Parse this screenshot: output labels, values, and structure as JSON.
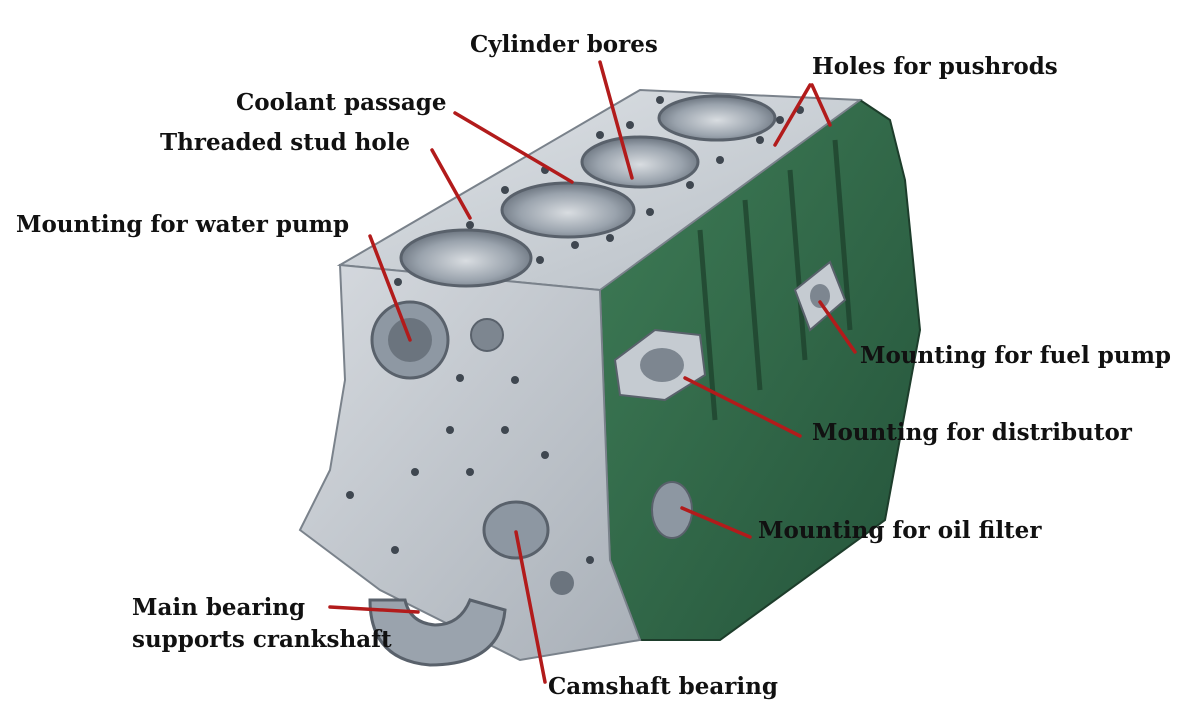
{
  "colors": {
    "leader": "#b21b1b",
    "block_face": "#c9ced3",
    "block_front": "#b9bfc6",
    "block_green": "#2f6b46",
    "bore_inner": "#8d97a2"
  },
  "labels": {
    "cylinder_bores": "Cylinder bores",
    "holes_for_pushrods": "Holes for pushrods",
    "coolant_passage": "Coolant passage",
    "threaded_stud_hole": "Threaded stud hole",
    "mounting_water_pump": "Mounting for water pump",
    "mounting_fuel_pump": "Mounting for fuel pump",
    "mounting_distributor": "Mounting for distributor",
    "mounting_oil_filter": "Mounting for oil filter",
    "main_bearing": "Main bearing\nsupports crankshaft",
    "camshaft_bearing": "Camshaft bearing"
  }
}
